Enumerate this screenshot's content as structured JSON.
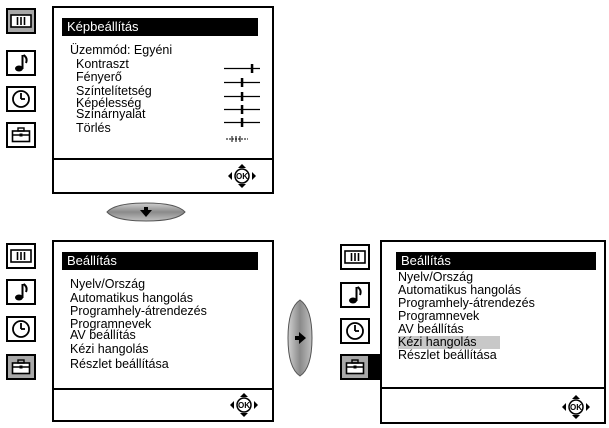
{
  "top_panel": {
    "title": "Képbeállítás",
    "mode_label": "Üzemmód: Egyéni",
    "items": [
      {
        "label": "Kontraszt",
        "level": 0.8
      },
      {
        "label": "Fényerő",
        "level": 0.5
      },
      {
        "label": "Színtelítetség",
        "level": 0.5
      },
      {
        "label": "Képélesség",
        "level": 0.5
      },
      {
        "label": "Színárnyalat",
        "level": 0.5
      },
      {
        "label": "Törlés",
        "level": null
      }
    ],
    "selected_icon": "picture-icon"
  },
  "bottom_left_panel": {
    "title": "Beállítás",
    "items": [
      "Nyelv/Ország",
      "Automatikus hangolás",
      "Programhely-átrendezés",
      "Programnevek",
      "AV beállítás",
      "Kézi hangolás",
      "Részlet beállítása"
    ],
    "highlighted_index": null,
    "selected_icon": "setup-icon"
  },
  "bottom_right_panel": {
    "title": "Beállítás",
    "items": [
      "Nyelv/Ország",
      "Automatikus hangolás",
      "Programhely-átrendezés",
      "Programnevek",
      "AV beállítás",
      "Kézi hangolás",
      "Részlet beállítása"
    ],
    "highlighted_index": 5,
    "selected_icon": "setup-icon"
  },
  "ok_label": "OK",
  "icons": [
    "picture-icon",
    "sound-icon",
    "timer-icon",
    "setup-icon"
  ]
}
